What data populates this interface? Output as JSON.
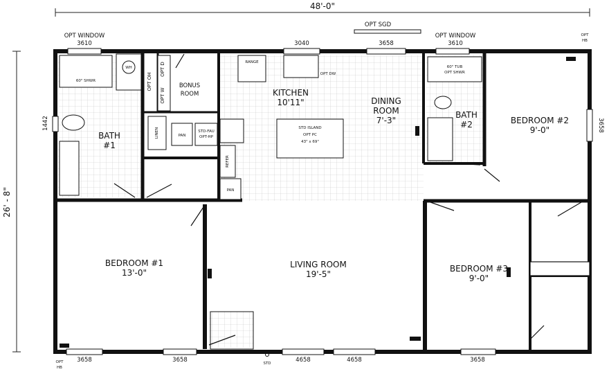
{
  "dimensions": {
    "overall_width": "48'-0\"",
    "overall_depth": "26' - 8\""
  },
  "windows": {
    "bath1_top_label": "OPT WINDOW",
    "bath1_top_size": "3610",
    "kitchen_top": "3040",
    "dining_top": "3658",
    "sgd": "OPT SGD",
    "bath2_top_label": "OPT WINDOW",
    "bath2_top_size": "3610",
    "bath1_side": "1442",
    "bedroom2_side": "3658",
    "bedroom1_bottom_left": "3658",
    "bedroom1_bottom_right": "3658",
    "living_bottom_left": "4658",
    "living_bottom_right": "4658",
    "bedroom3_bottom": "3658"
  },
  "markers": {
    "opt_hb_top_1": "OPT",
    "opt_hb_top_2": "HB",
    "opt_hb_bottom_1": "OPT",
    "opt_hb_bottom_2": "HB",
    "std": "STD"
  },
  "rooms": {
    "kitchen_name": "KITCHEN",
    "kitchen_size": "10'11\"",
    "dining_name_1": "DINING",
    "dining_name_2": "ROOM",
    "dining_size": "7'-3\"",
    "bath1_name": "BATH",
    "bath1_num": "#1",
    "bath2_name": "BATH",
    "bath2_num": "#2",
    "bedroom2_name": "BEDROOM #2",
    "bedroom2_size": "9'-0\"",
    "bonus_1": "BONUS",
    "bonus_2": "ROOM",
    "bedroom1_name": "BEDROOM #1",
    "bedroom1_size": "13'-0\"",
    "living_name": "LIVING ROOM",
    "living_size": "19'-5\"",
    "bedroom3_name": "BEDROOM #3",
    "bedroom3_size": "9'-0\""
  },
  "fixtures": {
    "shower1": "60\" SHWR",
    "wh": "WH",
    "opt_oh": "OPT OH",
    "opt_d": "OPT D",
    "opt_w": "OPT W",
    "range": "RANGE",
    "opt_dw": "OPT DW",
    "tub_1": "60\" TUB",
    "tub_2": "OPT SHWR",
    "linen": "LINEN",
    "pan1": "PAN",
    "fau_1": "STD-FAU",
    "fau_2": "OPT-HP",
    "refer": "REFER",
    "pan2": "PAN",
    "island_1": "STD ISLAND",
    "island_2": "OPT PC",
    "island_3": "43\" x 69\""
  }
}
